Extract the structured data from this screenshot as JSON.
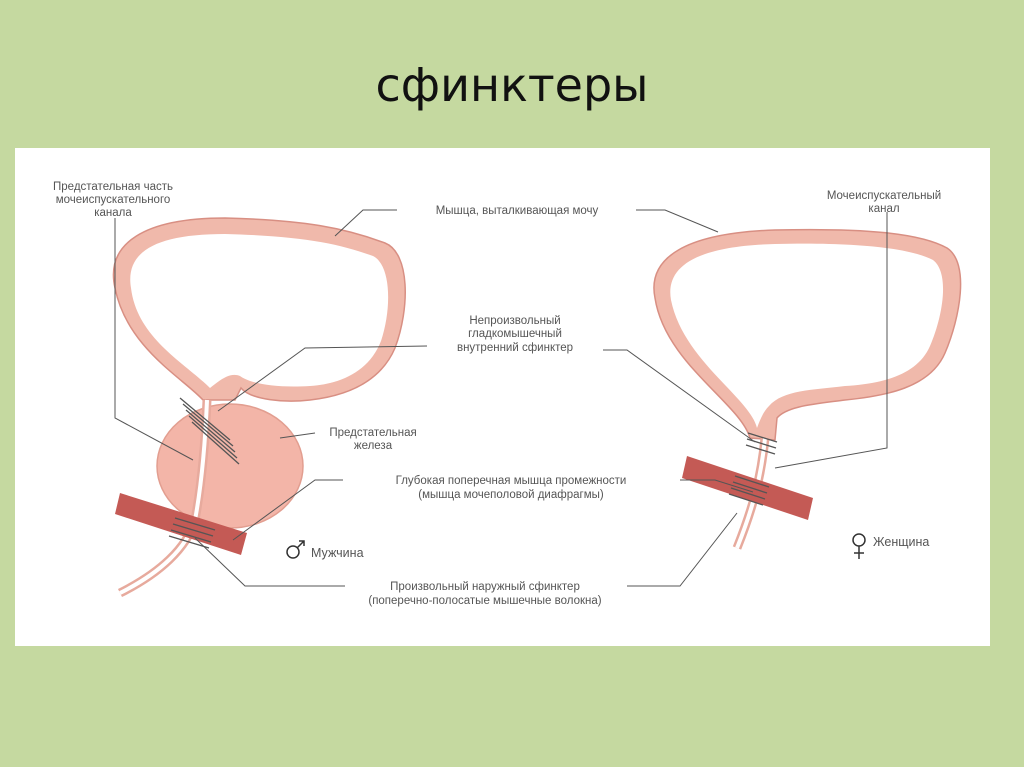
{
  "title": "сфинктеры",
  "labels": {
    "prostatic_part_1": "Предстательная часть",
    "prostatic_part_2": "мочеиспускательного",
    "prostatic_part_3": "канала",
    "detrusor": "Мышца, выталкивающая мочу",
    "urethra_1": "Мочеиспускательный",
    "urethra_2": "канал",
    "internal_1": "Непроизвольный",
    "internal_2": "гладкомышечный",
    "internal_3": "внутренний сфинктер",
    "prostate_1": "Предстательная",
    "prostate_2": "железа",
    "deep_1": "Глубокая поперечная мышца промежности",
    "deep_2": "(мышца мочеполовой диафрагмы)",
    "external_1": "Произвольный наружный сфинктер",
    "external_2": "(поперечно-полосатые мышечные волокна)",
    "male": "Мужчина",
    "female": "Женщина"
  },
  "colors": {
    "background": "#c5d9a0",
    "panel": "#ffffff",
    "bladder_wall": "#f0b9ab",
    "bladder_edge": "#d88f83",
    "prostate": "#f3b5a8",
    "diaphragm": "#c45a55",
    "leader_line": "#555555"
  }
}
